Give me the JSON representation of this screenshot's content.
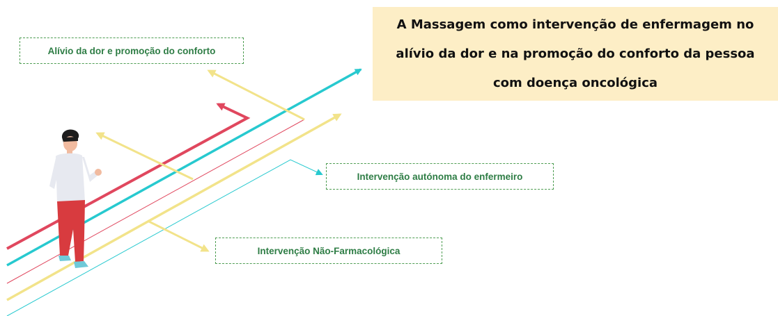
{
  "title": "A Massagem como intervenção de enfermagem no alívio da dor e na promoção do conforto da pessoa com doença oncológica",
  "labels": {
    "alivio": "Alívio da dor e promoção do conforto",
    "autonoma": "Intervenção autónoma do enfermeiro",
    "nao_farmacologica": "Intervenção Não-Farmacológica"
  },
  "colors": {
    "title_background": "#fdeec6",
    "label_text": "#2e7d45",
    "label_border": "#4e9d52",
    "red_line": "#e0475e",
    "cyan_line": "#27c9cf",
    "yellow_line": "#f2e38a"
  }
}
